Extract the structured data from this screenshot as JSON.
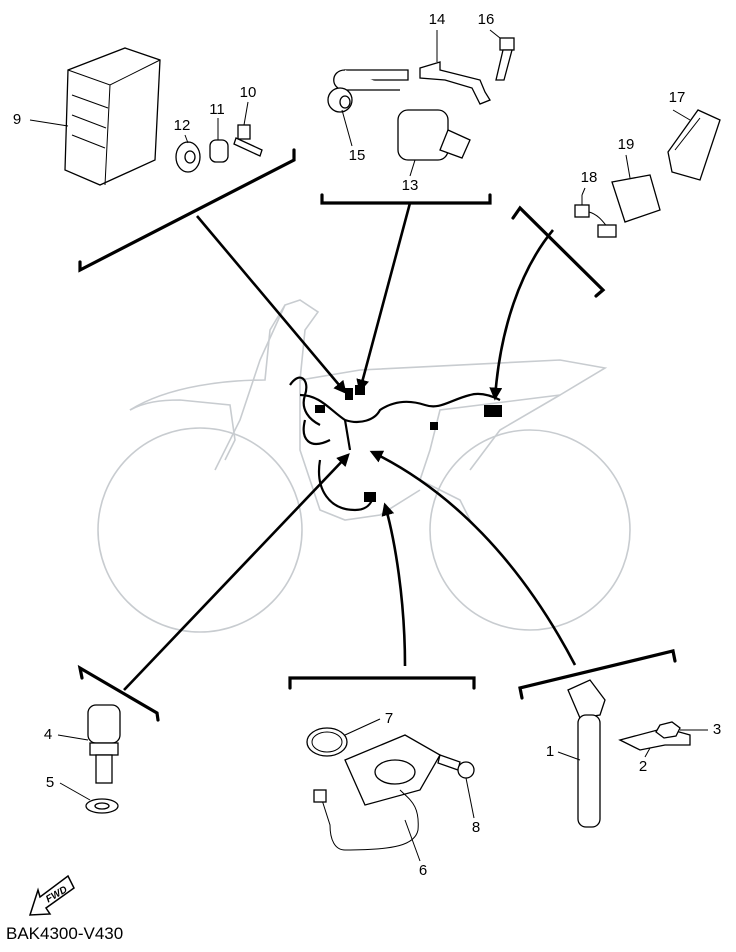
{
  "diagram_code": "BAK4300-V430",
  "fwd_label": "FWD",
  "callouts": {
    "1": "1",
    "2": "2",
    "3": "3",
    "4": "4",
    "5": "5",
    "6": "6",
    "7": "7",
    "8": "8",
    "9": "9",
    "10": "10",
    "11": "11",
    "12": "12",
    "13": "13",
    "14": "14",
    "15": "15",
    "16": "16",
    "17": "17",
    "18": "18",
    "19": "19"
  }
}
